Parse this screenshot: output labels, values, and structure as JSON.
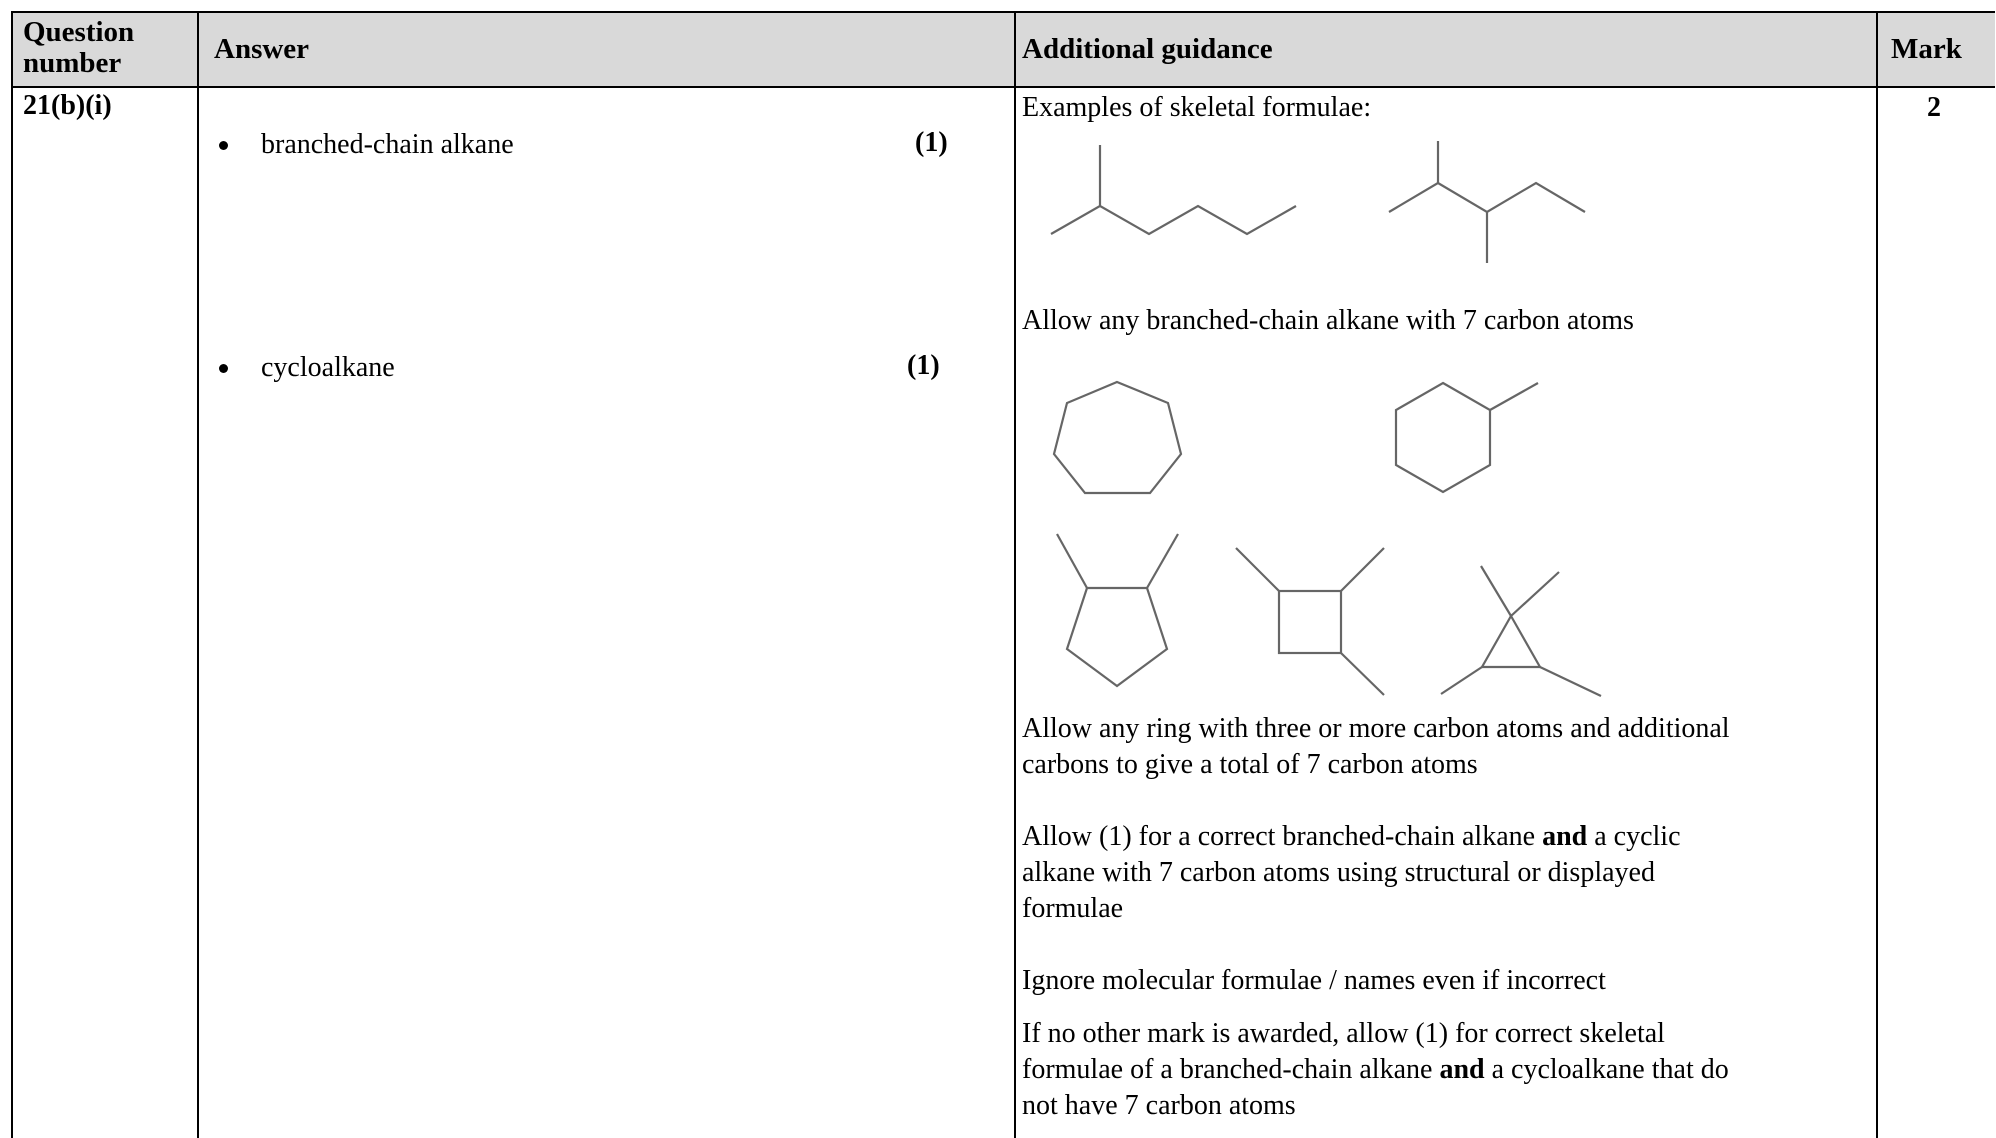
{
  "table": {
    "headers": {
      "question_line1": "Question",
      "question_line2": "number",
      "answer": "Answer",
      "guidance": "Additional guidance",
      "mark": "Mark"
    },
    "row": {
      "question_number": "21(b)(i)",
      "answers": [
        {
          "text": "branched-chain alkane",
          "mark": "(1)"
        },
        {
          "text": "cycloalkane",
          "mark": "(1)"
        }
      ],
      "guidance": {
        "examples_heading": "Examples of skeletal formulae:",
        "allow_branched": "Allow any branched-chain alkane with 7 carbon atoms",
        "allow_ring_line1": "Allow any ring with three or more carbon atoms and additional",
        "allow_ring_line2": "carbons to give a total of 7 carbon atoms",
        "allow1_line1_a": "Allow (1) for a correct branched-chain alkane ",
        "allow1_line1_bold": "and",
        "allow1_line1_b": " a cyclic",
        "allow1_line2": "alkane with 7 carbon atoms using structural or displayed",
        "allow1_line3": "formulae",
        "ignore": "Ignore molecular formulae / names even if incorrect",
        "nomark_line1": "If no other mark is awarded, allow (1) for correct skeletal",
        "nomark_line2_a": "formulae of a branched-chain alkane ",
        "nomark_line2_bold": "and",
        "nomark_line2_b": " a cycloalkane that do",
        "nomark_line3": "not have 7 carbon atoms"
      },
      "mark": "2"
    }
  }
}
